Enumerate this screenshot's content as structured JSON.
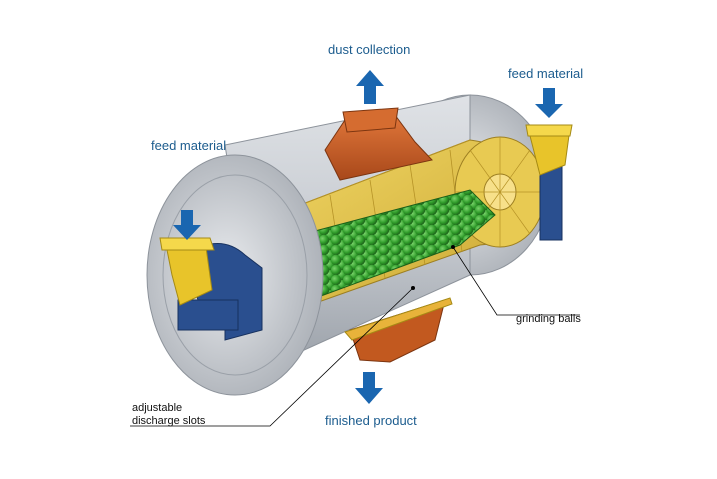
{
  "labels": {
    "dust_collection": "dust collection",
    "feed_material_right": "feed material",
    "feed_material_left": "feed material",
    "grinding_balls": "grinding balls",
    "adjustable_line1": "adjustable",
    "adjustable_line2": "discharge slots",
    "finished_product": "finished product"
  },
  "colors": {
    "arrow_blue": "#1a66b0",
    "label_blue": "#1c5c8e",
    "shell_gray": "#c9ccd2",
    "liner_yellow": "#e3c14a",
    "ball_green": "#2f9b2a",
    "hood_orange": "#c2591f",
    "bearing_blue": "#2a4f8f",
    "chute_yellow": "#e8c42a"
  },
  "icons": [
    "arrow-up-icon",
    "arrow-down-icon"
  ]
}
